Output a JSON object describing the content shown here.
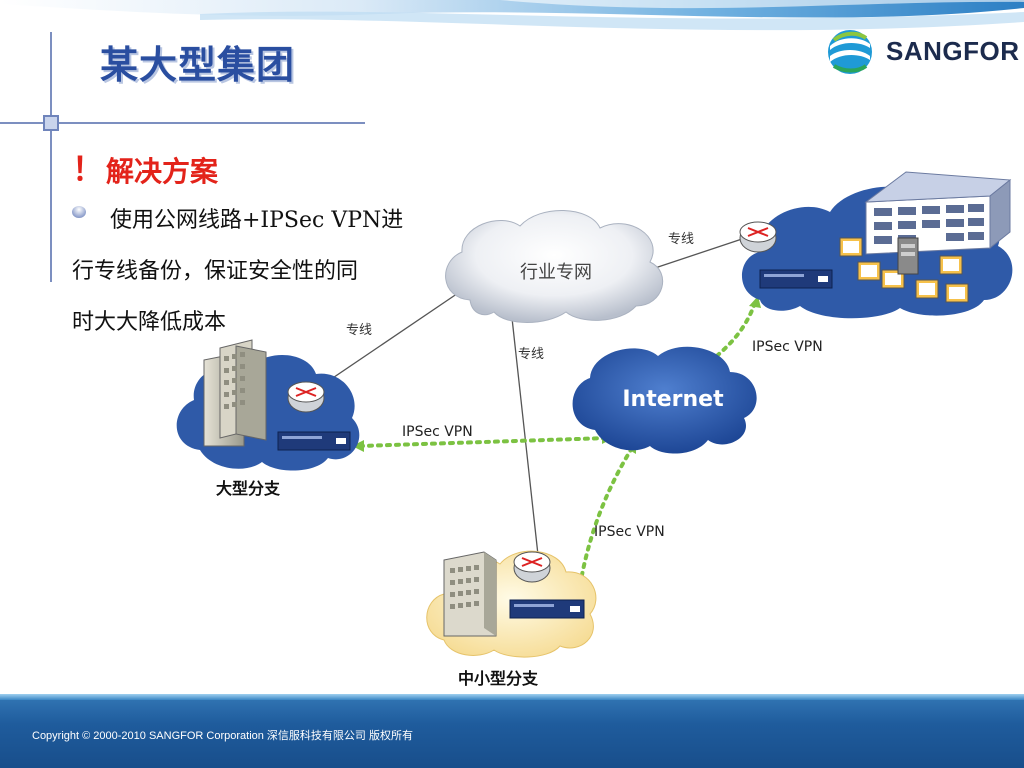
{
  "slide": {
    "title": "某大型集团",
    "section_mark": "！",
    "section_title": "解决方案",
    "bullet_lines": [
      "使用公网线路+IPSec VPN进",
      "行专线备份，保证安全性的同",
      "时大大降低成本"
    ]
  },
  "logo": {
    "text": "SANGFOR"
  },
  "diagram": {
    "industry_network": "行业专网",
    "internet": "Internet",
    "large_branch": "大型分支",
    "small_branch": "中小型分支",
    "dedicated_line": "专线",
    "ipsec_vpn": "IPSec VPN"
  },
  "footer": {
    "copyright": "Copyright © 2000-2010 SANGFOR Corporation  深信服科技有限公司    版权所有"
  },
  "colors": {
    "title_blue": "#2a4ea0",
    "accent_red": "#e3231a",
    "vpn_green": "#7cc242",
    "cloud_blue": "#2f5aa8",
    "footer_blue": "#1f5c9d"
  }
}
